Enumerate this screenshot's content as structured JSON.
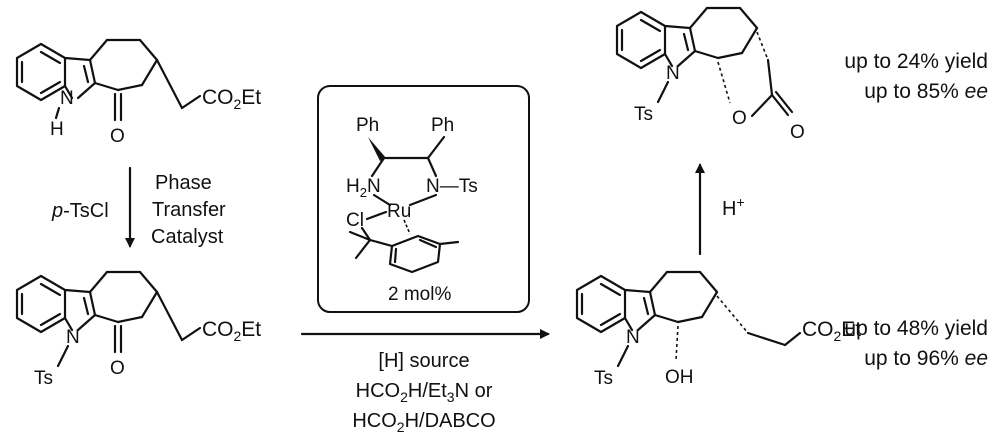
{
  "compounds": {
    "start": {
      "ester": "CO2Et",
      "nh": "N",
      "h": "H",
      "ketone_o": "O"
    },
    "tosyl": {
      "ester": "CO2Et",
      "n": "N",
      "ts": "Ts",
      "ketone_o": "O"
    },
    "alcohol": {
      "ester": "CO2Et",
      "n": "N",
      "ts": "Ts",
      "oh": "OH"
    },
    "lactone": {
      "n": "N",
      "ts": "Ts",
      "ring_o": "O",
      "carbonyl_o": "O"
    }
  },
  "steps": {
    "tosylation": {
      "reagent": "p-TsCl",
      "catalyst_lines": [
        "Phase",
        "Transfer",
        "Catalyst"
      ]
    },
    "reduction": {
      "conditions": [
        "[H] source",
        "HCO2H/Et3N or",
        "HCO2H/DABCO"
      ]
    },
    "lactonization": {
      "reagent": "H+"
    }
  },
  "catalyst": {
    "ph1": "Ph",
    "ph2": "Ph",
    "nh2": "H2N",
    "nts": "N—Ts",
    "ru": "Ru",
    "cl": "Cl",
    "loading": "2 mol%"
  },
  "results": {
    "lactone": {
      "yield": "up to 24% yield",
      "ee": "up to 85% ee"
    },
    "alcohol": {
      "yield": "up to 48% yield",
      "ee": "up to 96% ee"
    }
  }
}
